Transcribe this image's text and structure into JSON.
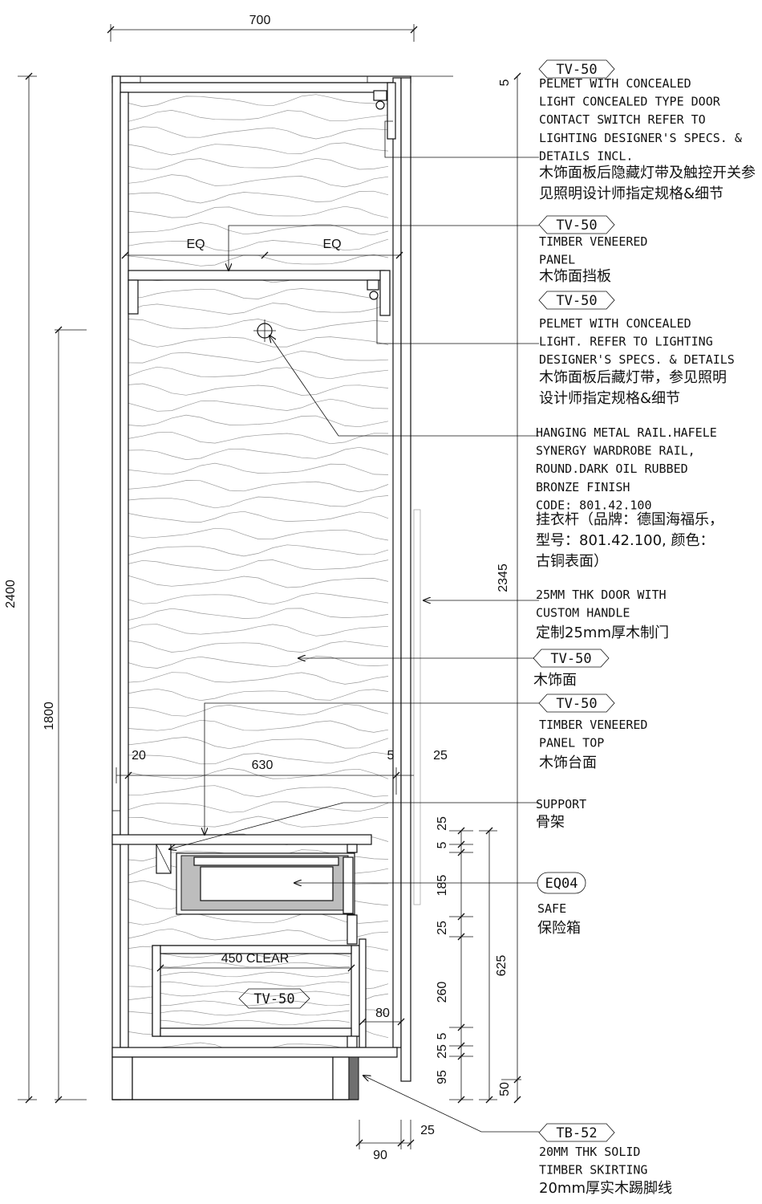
{
  "dimensions": {
    "width_700": "700",
    "height_2400": "2400",
    "height_1800": "1800",
    "height_2345": "2345",
    "top_5": "5",
    "eq_left": "EQ",
    "eq_right": "EQ",
    "d20": "20",
    "d630": "630",
    "d5": "5",
    "d25_right": "25",
    "stack": [
      "25",
      "5",
      "185",
      "25",
      "260",
      "5",
      "25",
      "95"
    ],
    "d625": "625",
    "d50": "50",
    "d80": "80",
    "d90": "90",
    "d25_bottom": "25",
    "clear_450": "450 CLEAR"
  },
  "tags": {
    "tv50_inside": "TV-50",
    "eq04": "EQ04",
    "tb52": "TB-52"
  },
  "callouts": [
    {
      "tag": "TV-50",
      "lines": [
        "PELMET WITH CONCEALED",
        "LIGHT CONCEALED TYPE DOOR",
        "CONTACT SWITCH REFER TO",
        "LIGHTING DESIGNER'S SPECS. &",
        "DETAILS INCL."
      ],
      "cn": [
        "木饰面板后隐藏灯带及触控开关参",
        "见照明设计师指定规格&细节"
      ]
    },
    {
      "tag": "TV-50",
      "lines": [
        "TIMBER VENEERED",
        "PANEL"
      ],
      "cn": [
        "木饰面挡板"
      ]
    },
    {
      "tag": "TV-50",
      "lines": [
        "PELMET WITH CONCEALED",
        "LIGHT. REFER TO LIGHTING",
        "DESIGNER'S SPECS. & DETAILS"
      ],
      "cn": [
        "木饰面板后藏灯带，参见照明",
        "设计师指定规格&细节"
      ]
    },
    {
      "tag": "",
      "lines": [
        "HANGING METAL RAIL.HAFELE",
        "SYNERGY WARDROBE RAIL,",
        "ROUND.DARK OIL RUBBED",
        "BRONZE FINISH",
        "CODE: 801.42.100"
      ],
      "cn": [
        "挂衣杆（品牌：德国海福乐，",
        "型号：801.42.100, 颜色：",
        "古铜表面）"
      ]
    },
    {
      "tag": "",
      "lines": [
        "25MM THK DOOR WITH",
        "CUSTOM HANDLE"
      ],
      "cn": [
        "定制25mm厚木制门"
      ]
    },
    {
      "tag": "TV-50",
      "lines": [],
      "cn": [
        "木饰面"
      ]
    },
    {
      "tag": "TV-50",
      "lines": [
        "TIMBER VENEERED",
        "PANEL TOP"
      ],
      "cn": [
        "木饰台面"
      ]
    },
    {
      "tag": "",
      "lines": [
        "SUPPORT"
      ],
      "cn": [
        "骨架"
      ]
    },
    {
      "tag": "EQ04",
      "lines": [
        "SAFE"
      ],
      "cn": [
        "保险箱"
      ]
    },
    {
      "tag": "TB-52",
      "lines": [
        "20MM THK SOLID",
        "TIMBER SKIRTING"
      ],
      "cn": [
        "20mm厚实木踢脚线"
      ]
    }
  ]
}
